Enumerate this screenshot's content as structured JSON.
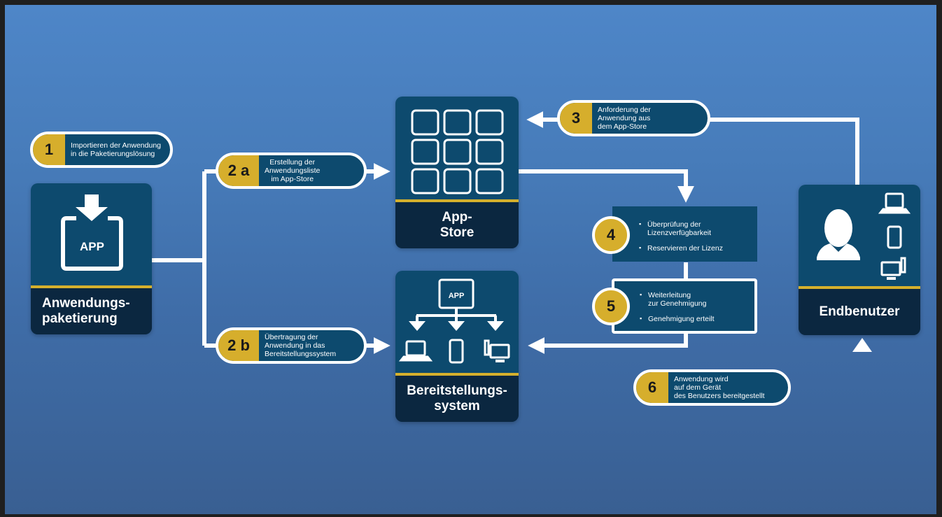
{
  "cards": {
    "packaging": {
      "title": "Anwendungs-\npaketierung",
      "icon_label": "APP"
    },
    "appstore": {
      "title": "App-\nStore"
    },
    "deployment": {
      "title": "Bereitstellungs-\nsystem",
      "icon_label": "APP"
    },
    "enduser": {
      "title": "Endbenutzer"
    }
  },
  "steps": {
    "s1": {
      "num": "1",
      "text": "Importieren der Anwendung\nin die Paketierungslösung"
    },
    "s2a": {
      "num": "2 a",
      "text": "Erstellung der\nAnwendungsliste\nim App-Store"
    },
    "s2b": {
      "num": "2 b",
      "text": "Übertragung der\nAnwendung in das\nBereitstellungssystem"
    },
    "s3": {
      "num": "3",
      "text": "Anforderung der\nAnwendung aus\ndem App-Store"
    },
    "s4": {
      "num": "4",
      "items": [
        "Überprüfung der\nLizenzverfügbarkeit",
        "Reservieren der Lizenz"
      ]
    },
    "s5": {
      "num": "5",
      "items": [
        "Weiterleitung\nzur Genehmigung",
        "Genehmigung erteilt"
      ]
    },
    "s6": {
      "num": "6",
      "text": "Anwendung wird\nauf dem Gerät\ndes Benutzers bereitgestellt"
    }
  },
  "colors": {
    "card": "#0d4a6e",
    "card_footer": "#0b2740",
    "accent_gold": "#d6ae2c",
    "connector": "#ffffff"
  },
  "icons": [
    "download-arrow-icon",
    "app-box-icon",
    "app-grid-icon",
    "laptop-icon",
    "tablet-icon",
    "desktop-icon",
    "user-silhouette-icon"
  ]
}
